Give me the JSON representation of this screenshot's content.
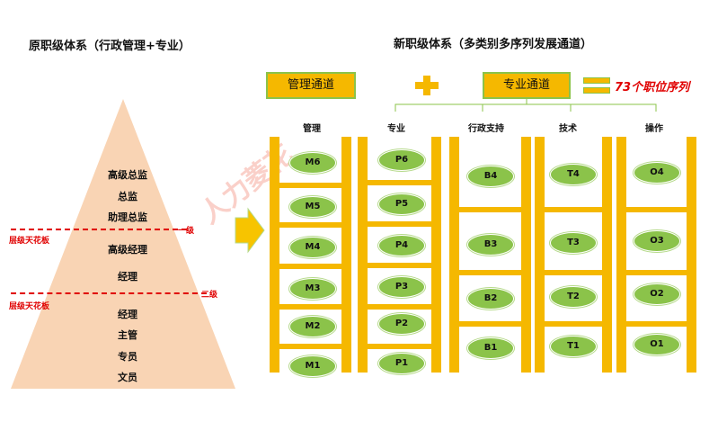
{
  "left_title": "原职级体系（行政管理+专业）",
  "right_title": "新职级体系（多类别多序列发展通道）",
  "watermark": "人力菱花",
  "pyramid": {
    "levels": [
      "高级总监",
      "总监",
      "助理总监",
      "高级经理",
      "经理",
      "经理",
      "主管",
      "专员",
      "文员"
    ],
    "ceiling_label": "层级天花板",
    "divider1_label": "一级",
    "divider2_label": "二级"
  },
  "channels": {
    "management": "管理通道",
    "professional": "专业通道",
    "plus_symbol": "+",
    "equals_symbol": "=",
    "result": "73个职位序列"
  },
  "columns": [
    {
      "header": "管理",
      "items": [
        "M6",
        "M5",
        "M4",
        "M3",
        "M2",
        "M1"
      ]
    },
    {
      "header": "专业",
      "items": [
        "P6",
        "P5",
        "P4",
        "P3",
        "P2",
        "P1"
      ]
    },
    {
      "header": "行政支持",
      "items": [
        "B4",
        "B3",
        "B2",
        "B1"
      ]
    },
    {
      "header": "技术",
      "items": [
        "T4",
        "T3",
        "T2",
        "T1"
      ]
    },
    {
      "header": "操作",
      "items": [
        "O4",
        "O3",
        "O2",
        "O1"
      ]
    }
  ],
  "colors": {
    "ladder": "#f5b800",
    "oval": "#8bc34a",
    "pyramid": "#f9d4b4",
    "accent_red": "#e00000"
  }
}
